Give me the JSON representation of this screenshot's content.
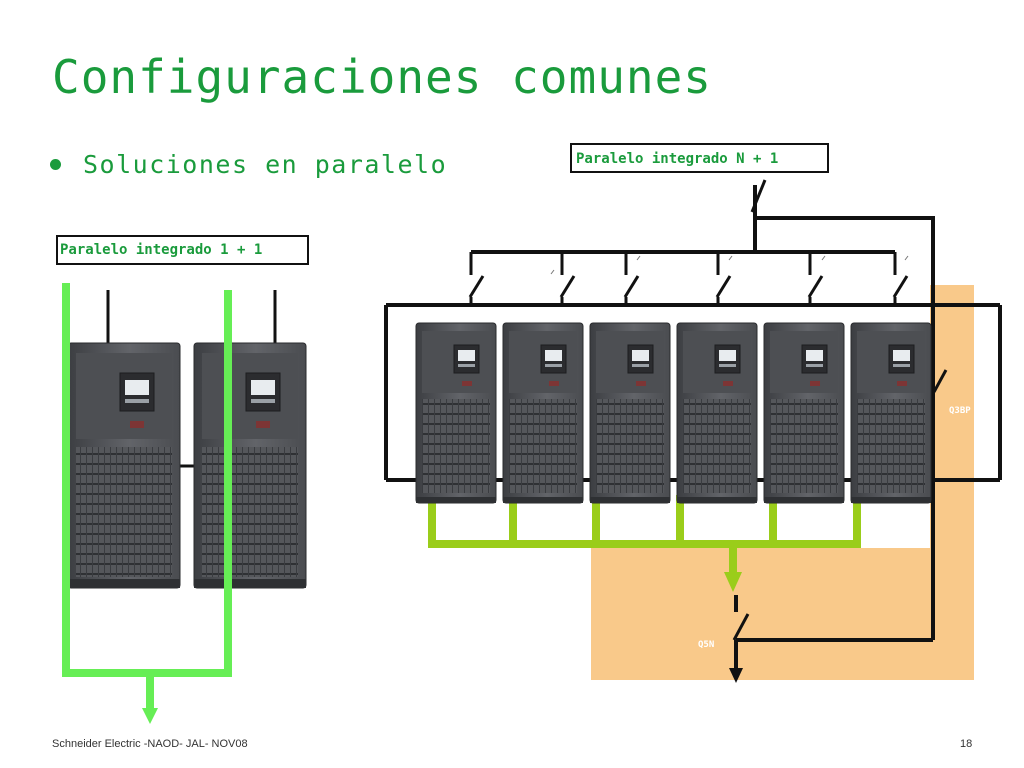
{
  "slide": {
    "title": "Configuraciones comunes",
    "bullet": "Soluciones en paralelo"
  },
  "diagram": {
    "label_left": "Paralelo integrado 1 + 1",
    "label_right": "Paralelo integrado N + 1",
    "breaker_bypass": "Q3BP",
    "breaker_output": "Q5N",
    "colors": {
      "accent_green": "#1a9b3c",
      "bright_green": "#66ee55",
      "lime_green": "#9acd1a",
      "orange_panel": "#f9c98a",
      "ups_body": "#5a5c60"
    }
  },
  "footer": {
    "left": "Schneider Electric -NAOD- JAL- NOV08",
    "page": "18"
  }
}
